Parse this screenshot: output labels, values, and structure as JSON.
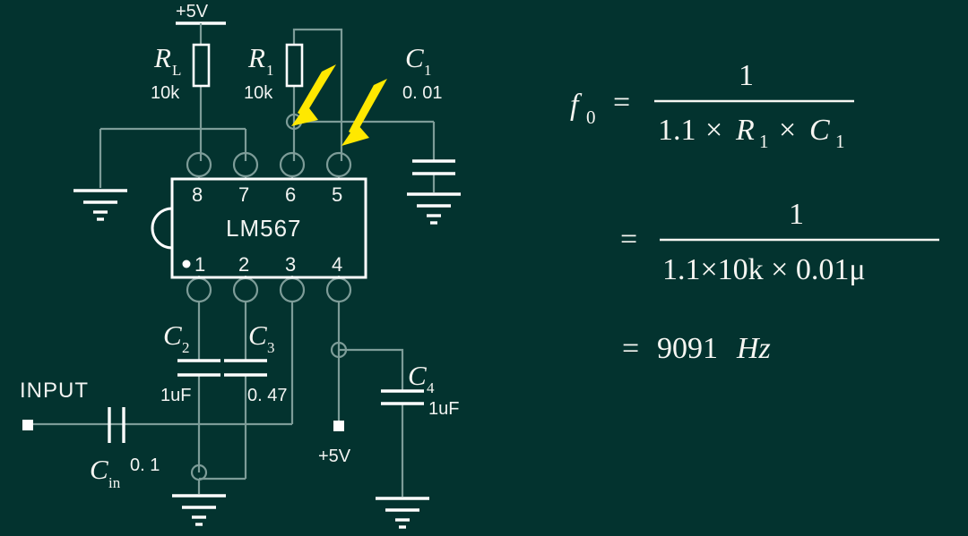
{
  "diagram": {
    "title": "LM567 tone decoder circuit",
    "background_color": "#03332f",
    "wire_color": "#7d9c98",
    "component_color": "#ffffff",
    "arrow_color": "#ffe800"
  },
  "ic": {
    "part_number": "LM567",
    "pins_top": [
      "8",
      "7",
      "6",
      "5"
    ],
    "pins_bottom": [
      "1",
      "2",
      "3",
      "4"
    ]
  },
  "supply": {
    "top_rail_label": "+5V",
    "pin4_rail_label": "+5V"
  },
  "input": {
    "label": "INPUT"
  },
  "components": [
    {
      "ref": "R",
      "sub": "L",
      "value": "10k"
    },
    {
      "ref": "R",
      "sub": "1",
      "value": "10k"
    },
    {
      "ref": "C",
      "sub": "1",
      "value": "0. 01"
    },
    {
      "ref": "C",
      "sub": "2",
      "value": "1uF"
    },
    {
      "ref": "C",
      "sub": "3",
      "value": "0. 47"
    },
    {
      "ref": "C",
      "sub": "4",
      "value": "1uF"
    },
    {
      "ref": "C",
      "sub": "in",
      "value": "0. 1"
    }
  ],
  "labels": {
    "rl_ref": "R",
    "rl_sub": "L",
    "rl_value": "10k",
    "r1_ref": "R",
    "r1_sub": "1",
    "r1_value": "10k",
    "c1_ref": "C",
    "c1_sub": "1",
    "c1_value": "0. 01",
    "c2_ref": "C",
    "c2_sub": "2",
    "c2_value": "1uF",
    "c3_ref": "C",
    "c3_sub": "3",
    "c3_value": "0. 47",
    "c4_ref": "C",
    "c4_sub": "4",
    "c4_value": "1uF",
    "cin_ref": "C",
    "cin_sub": "in",
    "cin_value": "0. 1"
  },
  "formula": {
    "line1": {
      "lhs_symbol": "f",
      "lhs_sub": "0",
      "equals": "=",
      "numerator": "1",
      "denominator_a": "1.1",
      "times1": "×",
      "denominator_b": "R",
      "denominator_b_sub": "1",
      "times2": "×",
      "denominator_c": "C",
      "denominator_c_sub": "1"
    },
    "line2": {
      "equals": "=",
      "numerator": "1",
      "denominator": "1.1×10k × 0.01μ"
    },
    "line3": {
      "equals": "=",
      "result": "9091",
      "unit": "Hz"
    }
  }
}
